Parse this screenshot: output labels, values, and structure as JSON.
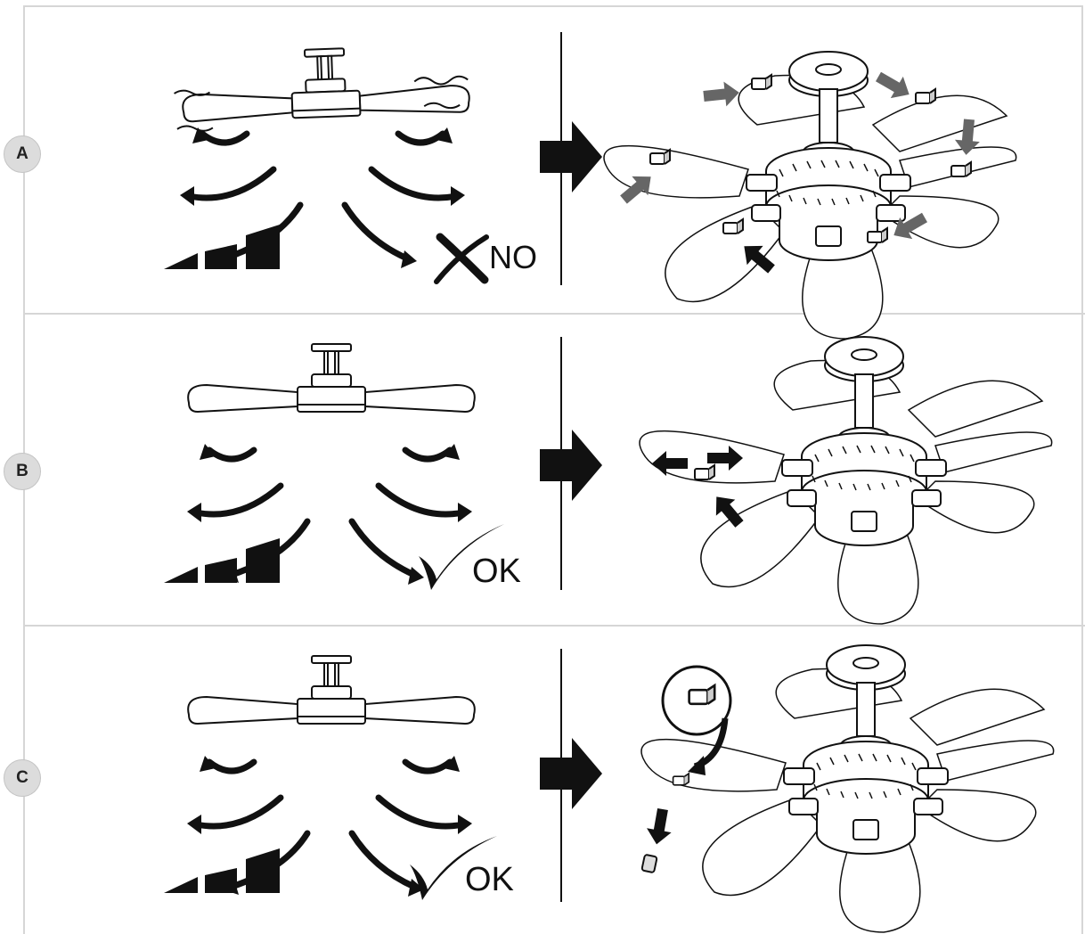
{
  "rows": [
    {
      "label": "A",
      "verdict": "NO",
      "mark": "cross-icon"
    },
    {
      "label": "B",
      "verdict": "OK",
      "mark": "check-icon"
    },
    {
      "label": "C",
      "verdict": "OK",
      "mark": "check-icon"
    }
  ],
  "colors": {
    "line": "#111111",
    "gray_arrow": "#666666",
    "badge": "#dcdcdc",
    "border": "#d6d6d6"
  }
}
